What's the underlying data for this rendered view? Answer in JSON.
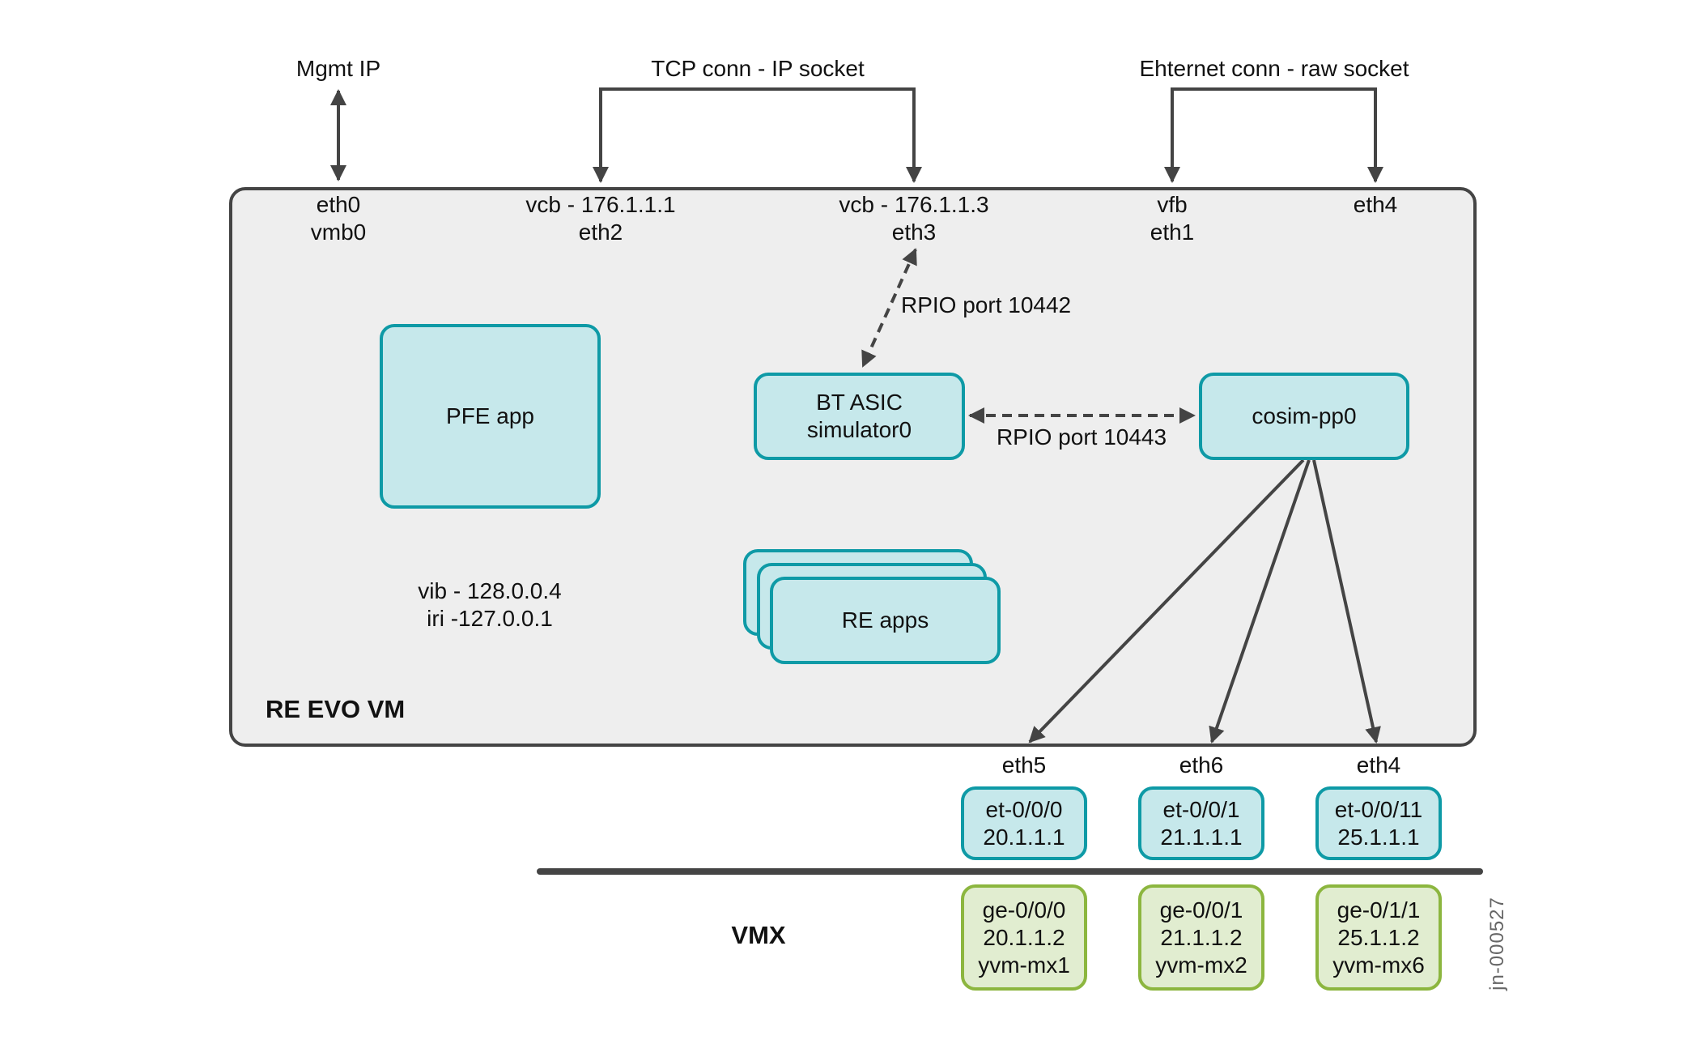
{
  "colors": {
    "vm_fill": "#eeeeee",
    "vm_border": "#444444",
    "teal_fill": "#c6e8eb",
    "teal_border": "#0e9aa6",
    "green_fill": "#e1edd0",
    "green_border": "#8cb63f",
    "connector": "#444444"
  },
  "top_labels": {
    "mgmt": "Mgmt IP",
    "tcp": "TCP conn - IP socket",
    "ethernet": "Ehternet conn - raw socket"
  },
  "vm": {
    "title": "RE EVO VM",
    "ports": [
      {
        "line1": "eth0",
        "line2": "vmb0"
      },
      {
        "line1": "vcb - 176.1.1.1",
        "line2": "eth2"
      },
      {
        "line1": "vcb - 176.1.1.3",
        "line2": "eth3"
      },
      {
        "line1": "vfb",
        "line2": "eth1"
      },
      {
        "line1": "eth4",
        "line2": ""
      }
    ],
    "pfe_app": "PFE app",
    "bt_asic": {
      "line1": "BT ASIC",
      "line2": "simulator0"
    },
    "cosim": "cosim-pp0",
    "re_apps": "RE apps",
    "rpio_10442": "RPIO port 10442",
    "rpio_10443": "RPIO port 10443",
    "vib": "vib - 128.0.0.4",
    "iri": "iri -127.0.0.1"
  },
  "out_ports": [
    "eth5",
    "eth6",
    "eth4"
  ],
  "evo_interfaces": [
    {
      "name": "et-0/0/0",
      "ip": "20.1.1.1"
    },
    {
      "name": "et-0/0/1",
      "ip": "21.1.1.1"
    },
    {
      "name": "et-0/0/11",
      "ip": "25.1.1.1"
    }
  ],
  "vmx": {
    "label": "VMX",
    "interfaces": [
      {
        "name": "ge-0/0/0",
        "ip": "20.1.1.2",
        "host": "yvm-mx1"
      },
      {
        "name": "ge-0/0/1",
        "ip": "21.1.1.2",
        "host": "yvm-mx2"
      },
      {
        "name": "ge-0/1/1",
        "ip": "25.1.1.2",
        "host": "yvm-mx6"
      }
    ]
  },
  "figure_id": "jn-000527"
}
